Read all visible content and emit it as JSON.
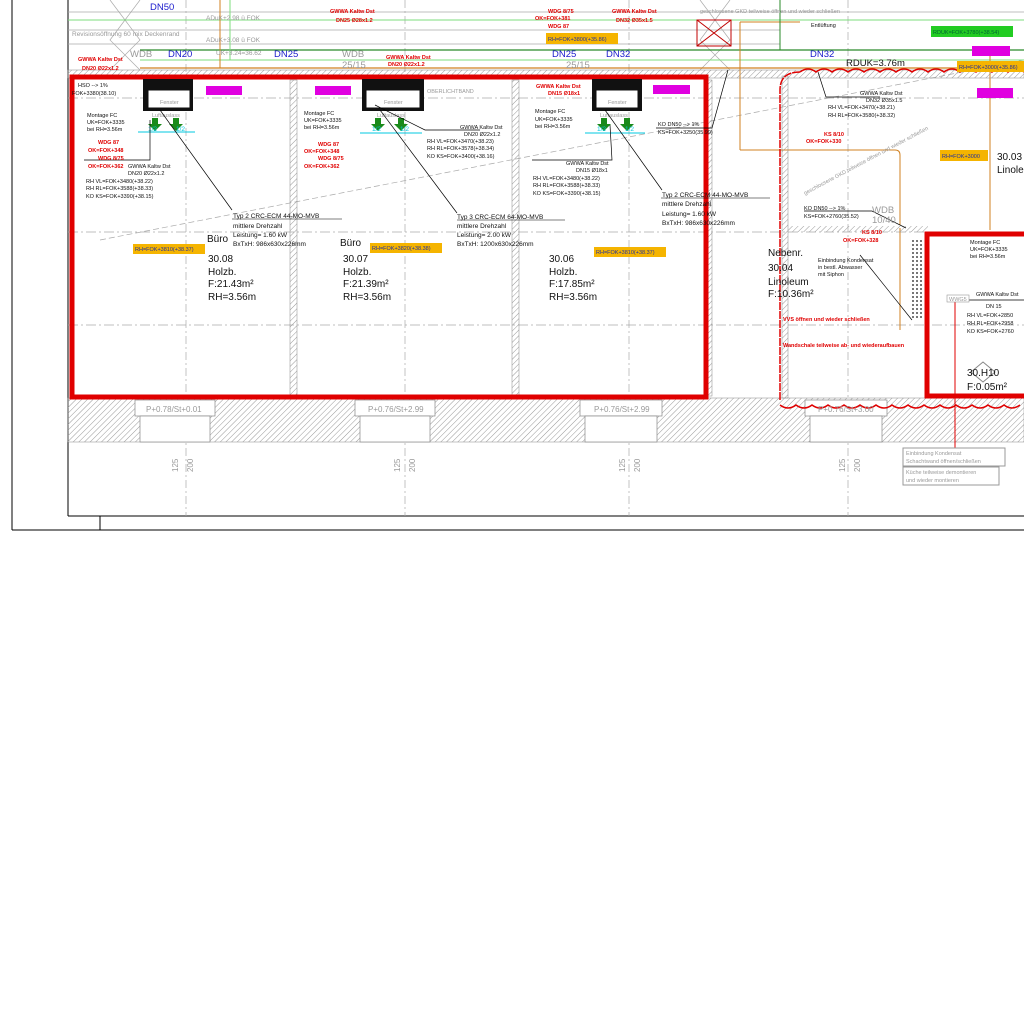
{
  "pipes": {
    "dn50_top": "DN50",
    "dn20": "DN20",
    "dn25_a": "DN25",
    "dn25_b": "DN25",
    "dn32_a": "DN32",
    "dn32_b": "DN32"
  },
  "wdb": {
    "label": "WDB",
    "size": "25/15",
    "size_right": "10/40"
  },
  "top_notes": {
    "adUK1": "ADuK+2.98 ü FOK",
    "adUK2": "ADuK+3.08 ü FOK",
    "adUK3": "UK+3.24=36.62",
    "rduk": "RDUK=3.76m",
    "rduk_tag": "RDUK=FOK+3780(+38.54)",
    "rh_tag_top": "RH=FOK+3800(+35.86)",
    "rh_tag_right": "RH=FOK+3000(+35.86)",
    "gkd": "geschlossene GKD teilweise öffnen und wieder schließen",
    "entlueftung": "Entlüftung",
    "oberlicht": "OBERLICHTBAND",
    "revision": "Revisionsöffnung 60 mix Deckenrand"
  },
  "rooms": [
    {
      "name": "Büro",
      "number": "30.08",
      "floor": "Holzb.",
      "area": "F:21.43m²",
      "height": "RH=3.56m",
      "rh_tag": "RH=FOK+3810(+38.37)"
    },
    {
      "name": "Büro",
      "number": "30.07",
      "floor": "Holzb.",
      "area": "F:21.39m²",
      "height": "RH=3.56m",
      "rh_tag": "RH=FOK+3820(+38.38)"
    },
    {
      "name": "",
      "number": "30.06",
      "floor": "Holzb.",
      "area": "F:17.85m²",
      "height": "RH=3.56m",
      "rh_tag": "RH=FOK+3810(+38.37)"
    },
    {
      "name": "Nebenr.",
      "number": "30.04",
      "floor": "Linoleum",
      "area": "F:10.36m²",
      "height": ""
    },
    {
      "name": "Linoleum",
      "number": "30.03",
      "floor": "",
      "area": "",
      "height": "",
      "rh_tag": "RH=FOK+3000"
    },
    {
      "name": "",
      "number": "30.H10",
      "floor": "",
      "area": "F:0.05m²",
      "height": ""
    }
  ],
  "units": [
    {
      "type": "Typ 2  CRC-ECM 44-MO-MVB",
      "speed": "mittlere Drehzahl",
      "power": "Leistung= 1.60 kW",
      "dims": "BxTxH: 986x630x226mm"
    },
    {
      "type": "Typ 3  CRC-ECM 64-MO-MVB",
      "speed": "mittlere Drehzahl",
      "power": "Leistung= 2.00 kW",
      "dims": "BxTxH: 1200x630x226mm"
    },
    {
      "type": "Typ 2  CRC-ECM 44-MO-MVB",
      "speed": "mittlere Drehzahl",
      "power": "Leistung= 1.60 kW",
      "dims": "BxTxH: 986x630x226mm"
    }
  ],
  "unit_labels": {
    "fenster": "Fenster",
    "luftauslass": "Luftauslass",
    "half": "1/2"
  },
  "fc_notes": {
    "title": "Montage FC",
    "uk": "UK=FOK+3335",
    "rh": "bei RH=3.56m"
  },
  "supply": [
    {
      "title": "GWWA Kaltw Dst",
      "dn": "DN20 Ø22x1.2",
      "vl": "RH VL=FOK+3480(+38.22)",
      "rl": "RH RL=FOK+3588(+38.33)",
      "ks": "KO KS=FOK+3390(+38.15)"
    },
    {
      "title": "GWWA Kaltw Dst",
      "dn": "DN20 Ø22x1.2",
      "vl": "RH VL=FOK+3470(+38.23)",
      "rl": "RH RL=FOK+3578(+38.34)",
      "ks": "KO KS=FOK+3400(+38.16)"
    },
    {
      "title": "GWWA Kaltw Dst",
      "dn": "DN15 Ø18x1",
      "vl": "RH VL=FOK+3480(+38.22)",
      "rl": "RH RL=FOK+3588(+38.33)",
      "ks": "KO KS=FOK+3390(+38.15)"
    },
    {
      "title": "GWWA Kaltw Dst",
      "dn": "DN32 Ø35x1.5",
      "vl": "RH VL=FOK+3470(+38.21)",
      "rl": "RH RL=FOK+3580(+38.32)"
    },
    {
      "title": "GWWA Kaltw Dst",
      "dn": "DN 15",
      "vl": "RH VL=FOK+2850",
      "rl": "RH RL=FOK+2958",
      "ks": "KO KS=FOK+2760"
    }
  ],
  "red_notes": {
    "gwwa": "GWWA Kaltw Dst",
    "dn20": "DN20 Ø22x1.2",
    "dn25": "DN25 Ø28x1.2",
    "dn32": "DN32 Ø35x1.5",
    "dn15": "DN15 Ø18x1",
    "wdg87": "WDG 87",
    "ok348": "OK=FOK+348",
    "wdg8_75": "WDG 8/75",
    "ok362": "OK=FOK+362",
    "ok381": "OK=FOK+381",
    "ks810": "KS 8/10",
    "ok330": "OK=FOK+330",
    "ok328": "OK=FOK+328",
    "vvs": "VVS öffnen und wieder schließen",
    "wand": "Wandschale teilweise ab- und wiederaufbauen"
  },
  "drain": [
    {
      "a": "HSO --> 1%",
      "b": "FOK+3380(38.10)"
    },
    {
      "a": "KO DN50 --> 1%",
      "b": "KS=FOK+3250(35.99)"
    },
    {
      "a": "KO DN50 --> 1%",
      "b": "KS=FOK+2760(35.52)"
    }
  ],
  "kondensat": {
    "title": "Einbindung Kondensat",
    "l2": "in bestl. Abwasser",
    "l3": "mit Siphon",
    "wwg": "WWG5"
  },
  "bottom_note": {
    "l1": "Einbindung Kondensat",
    "l2": "Schachtwand öffnen/schließen",
    "l3": "Küche teilweise demontieren",
    "l4": "und wieder montieren"
  },
  "windows": [
    "P+0.78/St+0.01",
    "P+0.76/St+2.99",
    "P+0.76/St+2.99",
    "P+0.76/St+3.00"
  ],
  "dims": {
    "a": "125",
    "b": "200"
  },
  "colors": {
    "red": "#e00000",
    "orange_tag": "#f5b400",
    "magenta_tag": "#e000e0",
    "green_tag": "#22cc22",
    "pipe_green": "#2a8a2a",
    "pipe_orange": "#d08020",
    "cyan": "#00c8e0"
  }
}
